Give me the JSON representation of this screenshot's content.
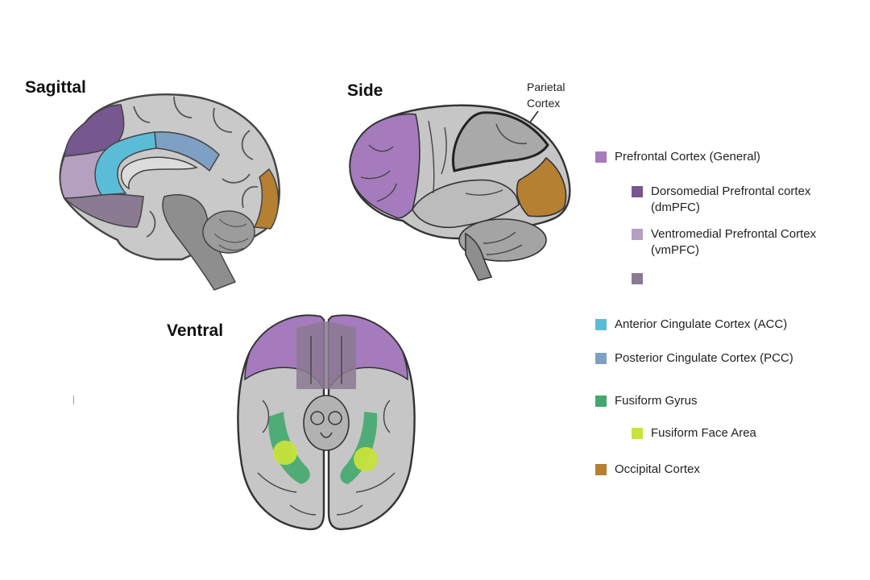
{
  "views": {
    "sagittal": {
      "title": "Sagittal"
    },
    "side": {
      "title": "Side",
      "callout": "Parietal\nCortex"
    },
    "ventral": {
      "title": "Ventral"
    }
  },
  "colors": {
    "prefrontal": "#a57bbd",
    "dmpfc": "#76578f",
    "vmpfc": "#b6a0c2",
    "unlabeled": "#8a7a92",
    "acc": "#5bbcd8",
    "pcc": "#7ea0c4",
    "fusiform": "#43a86d",
    "ffa": "#c8e33a",
    "occipital": "#b58032",
    "brain_gray": "#c9c9c9",
    "outline": "#444444"
  },
  "legend": [
    {
      "label": "Prefrontal Cortex (General)",
      "color": "#a57bbd"
    },
    {
      "label": "Dorsomedial Prefrontal cortex (dmPFC)",
      "color": "#76578f"
    },
    {
      "label": "Ventromedial Prefrontal Cortex (vmPFC)",
      "color": "#b6a0c2"
    },
    {
      "label": "",
      "color": "#8a7a92"
    },
    {
      "label": "Anterior Cingulate Cortex (ACC)",
      "color": "#5bbcd8"
    },
    {
      "label": "Posterior Cingulate Cortex (PCC)",
      "color": "#7ea0c4"
    },
    {
      "label": "Fusiform Gyrus",
      "color": "#43a86d"
    },
    {
      "label": "Fusiform Face Area",
      "color": "#c8e33a"
    },
    {
      "label": "Occipital Cortex",
      "color": "#b58032"
    }
  ]
}
